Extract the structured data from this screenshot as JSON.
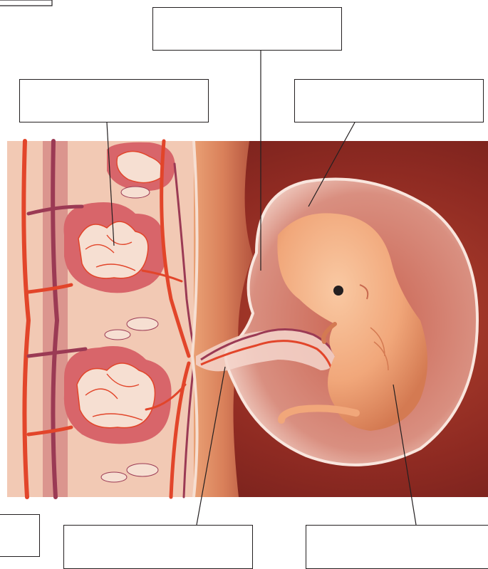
{
  "figure": {
    "description_labels": [
      {
        "id": "label-top-left-partial",
        "text": ""
      },
      {
        "id": "label-top-center",
        "text": ""
      },
      {
        "id": "label-upper-left",
        "text": ""
      },
      {
        "id": "label-upper-right",
        "text": ""
      },
      {
        "id": "label-bottom-left-partial",
        "text": ""
      },
      {
        "id": "label-bottom-center",
        "text": ""
      },
      {
        "id": "label-bottom-right",
        "text": ""
      }
    ]
  },
  "colors": {
    "uterine_background": "#8e2a22",
    "endometrium": "#e8a07a",
    "placental_tissue": "#f2c9b4",
    "blood_vessel_red": "#e2452a",
    "blood_vessel_maroon": "#9b3a54",
    "amniotic_sac": "#f4d6cc",
    "embryo": "#f1a77a",
    "line": "#231f20"
  }
}
